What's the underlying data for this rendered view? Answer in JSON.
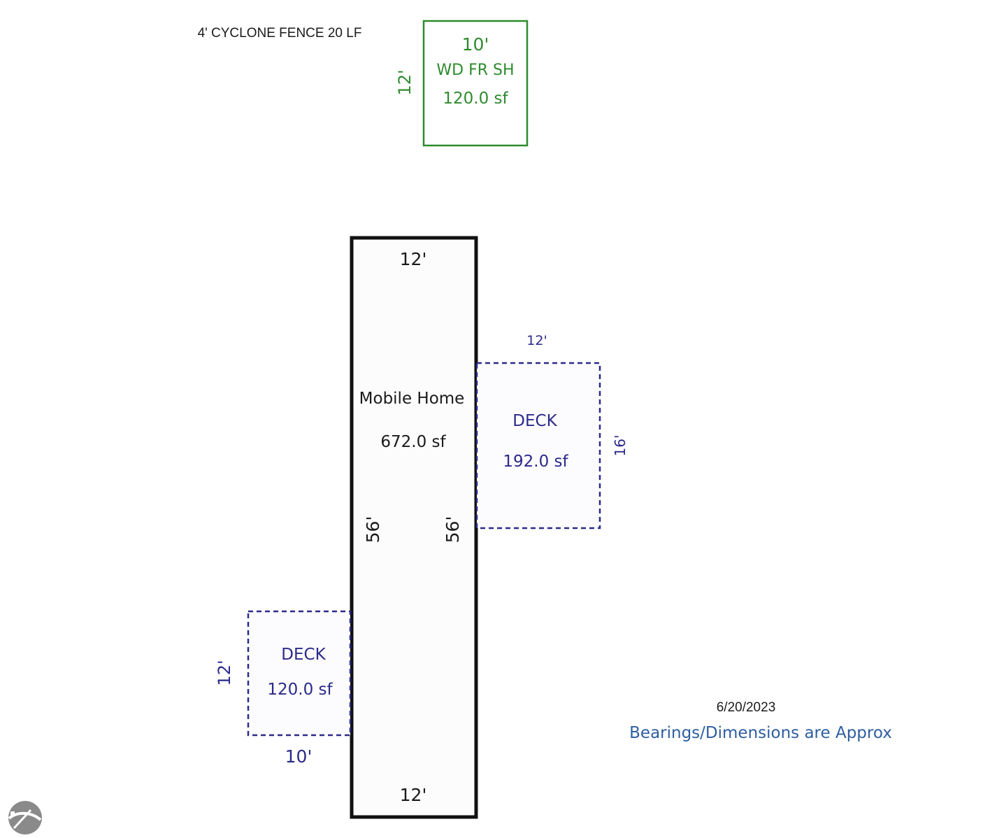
{
  "fence_note": "4' CYCLONE FENCE 20 LF",
  "shed": {
    "width_label": "10'",
    "height_label": "12'",
    "name": "WD FR SH",
    "area": "120.0 sf",
    "color": "#2e8b2e"
  },
  "mobile_home": {
    "top_label": "12'",
    "bottom_label": "12'",
    "left_label": "56'",
    "right_label": "56'",
    "name": "Mobile Home",
    "area": "672.0 sf",
    "color": "#111111"
  },
  "deck_right": {
    "width_label": "12'",
    "height_label": "16'",
    "name": "DECK",
    "area": "192.0 sf",
    "color": "#2b2a8a"
  },
  "deck_left": {
    "width_label": "10'",
    "height_label": "12'",
    "name": "DECK",
    "area": "120.0 sf",
    "color": "#2b2a8a"
  },
  "date": "6/20/2023",
  "disclaimer": "Bearings/Dimensions are Approx",
  "logo_icon": "swoosh-logo-icon"
}
